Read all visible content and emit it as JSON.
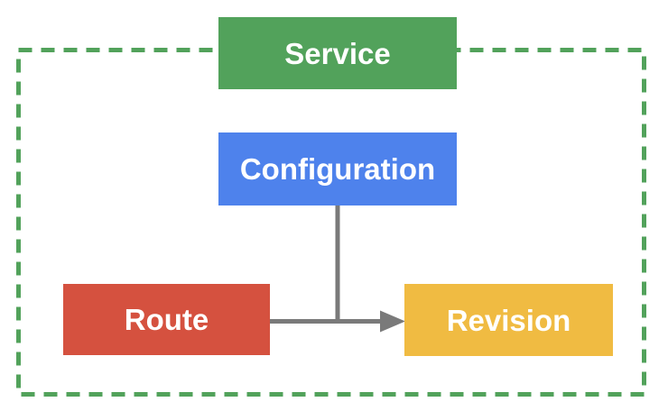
{
  "diagram": {
    "type": "flowchart",
    "background": "#FFFFFF",
    "boundary": {
      "shape": "dashed-rectangle",
      "color": "#52A25B",
      "represents": "Service"
    },
    "connector_color": "#7A7A7A",
    "nodes": {
      "service": {
        "label": "Service",
        "fill": "#52A25B",
        "text_color": "#FFFFFF"
      },
      "configuration": {
        "label": "Configuration",
        "fill": "#4E82EC",
        "text_color": "#FFFFFF"
      },
      "route": {
        "label": "Route",
        "fill": "#D5513F",
        "text_color": "#FFFFFF"
      },
      "revision": {
        "label": "Revision",
        "fill": "#F0BB42",
        "text_color": "#FFFFFF"
      }
    },
    "edges": [
      {
        "from": "configuration",
        "to": "revision",
        "style": "elbow-line joining route arrow"
      },
      {
        "from": "route",
        "to": "revision",
        "style": "arrow"
      }
    ]
  }
}
